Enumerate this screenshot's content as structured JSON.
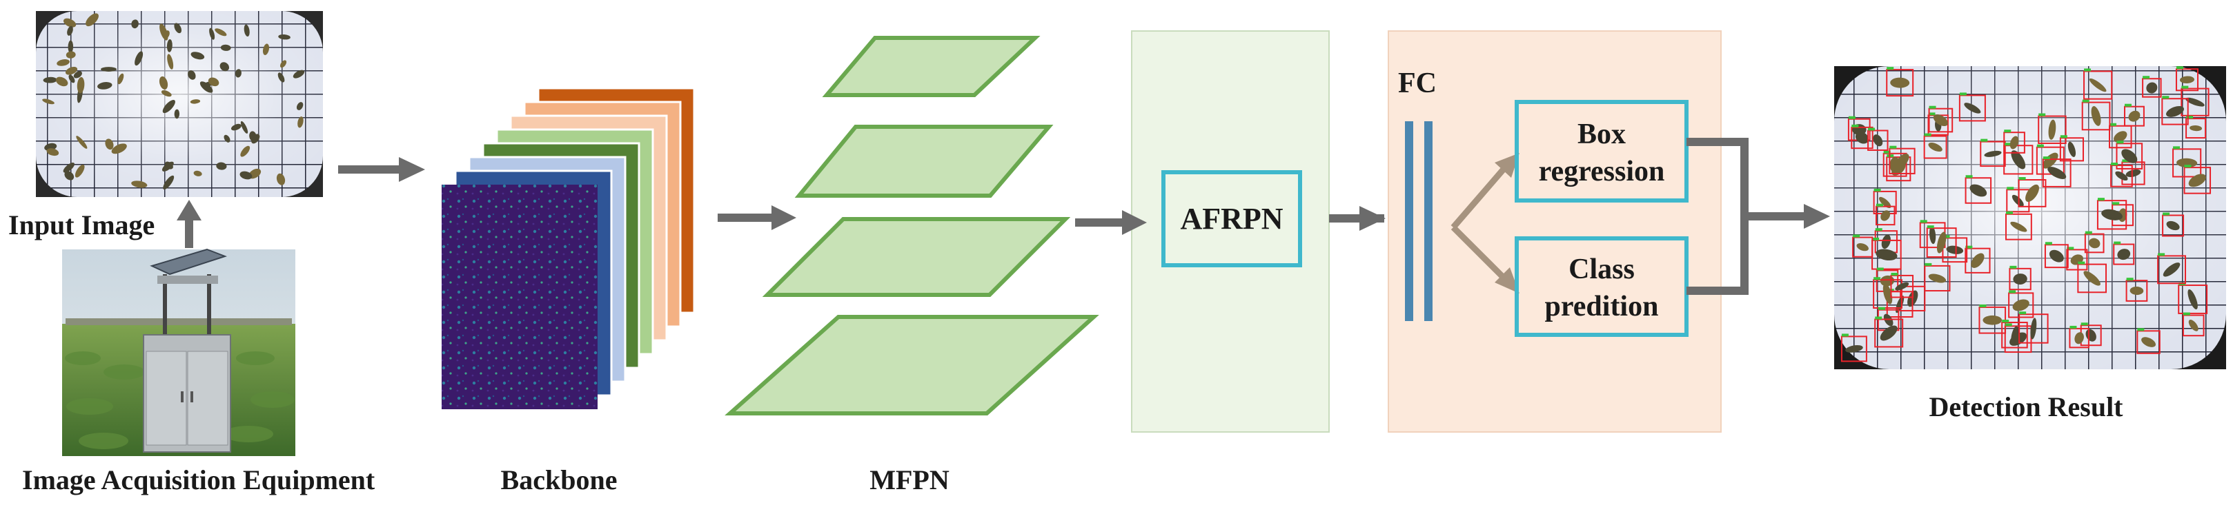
{
  "labels": {
    "input_image": "Input Image",
    "acquisition": "Image Acquisition Equipment",
    "backbone": "Backbone",
    "mfpn": "MFPN",
    "afrpn": "AFRPN",
    "fc": "FC",
    "box_line1": "Box",
    "box_line2": "regression",
    "class_line1": "Class",
    "class_line2": "predition",
    "detection": "Detection Result"
  },
  "colors": {
    "arrow": "#6b6b6b",
    "mfpn_fill": "#c8e2b6",
    "mfpn_stroke": "#6aa84f",
    "afrpn_panel": "#edf5e6",
    "head_panel": "#fce9db",
    "box_stroke": "#3fb8cc",
    "fc_bar": "#4a86b0",
    "fc_arrow": "#a6937f",
    "feature_maps": [
      "#c55a11",
      "#f4b183",
      "#f8cbad",
      "#a9d18e",
      "#548235",
      "#b4c7e7",
      "#2f5597"
    ]
  },
  "icons": {
    "input_image": "sticky-trap-insect-photo",
    "acquisition_image": "field-trap-device-photo",
    "backbone_map": "feature-map-heatmap",
    "detection_image": "detection-result-photo"
  }
}
